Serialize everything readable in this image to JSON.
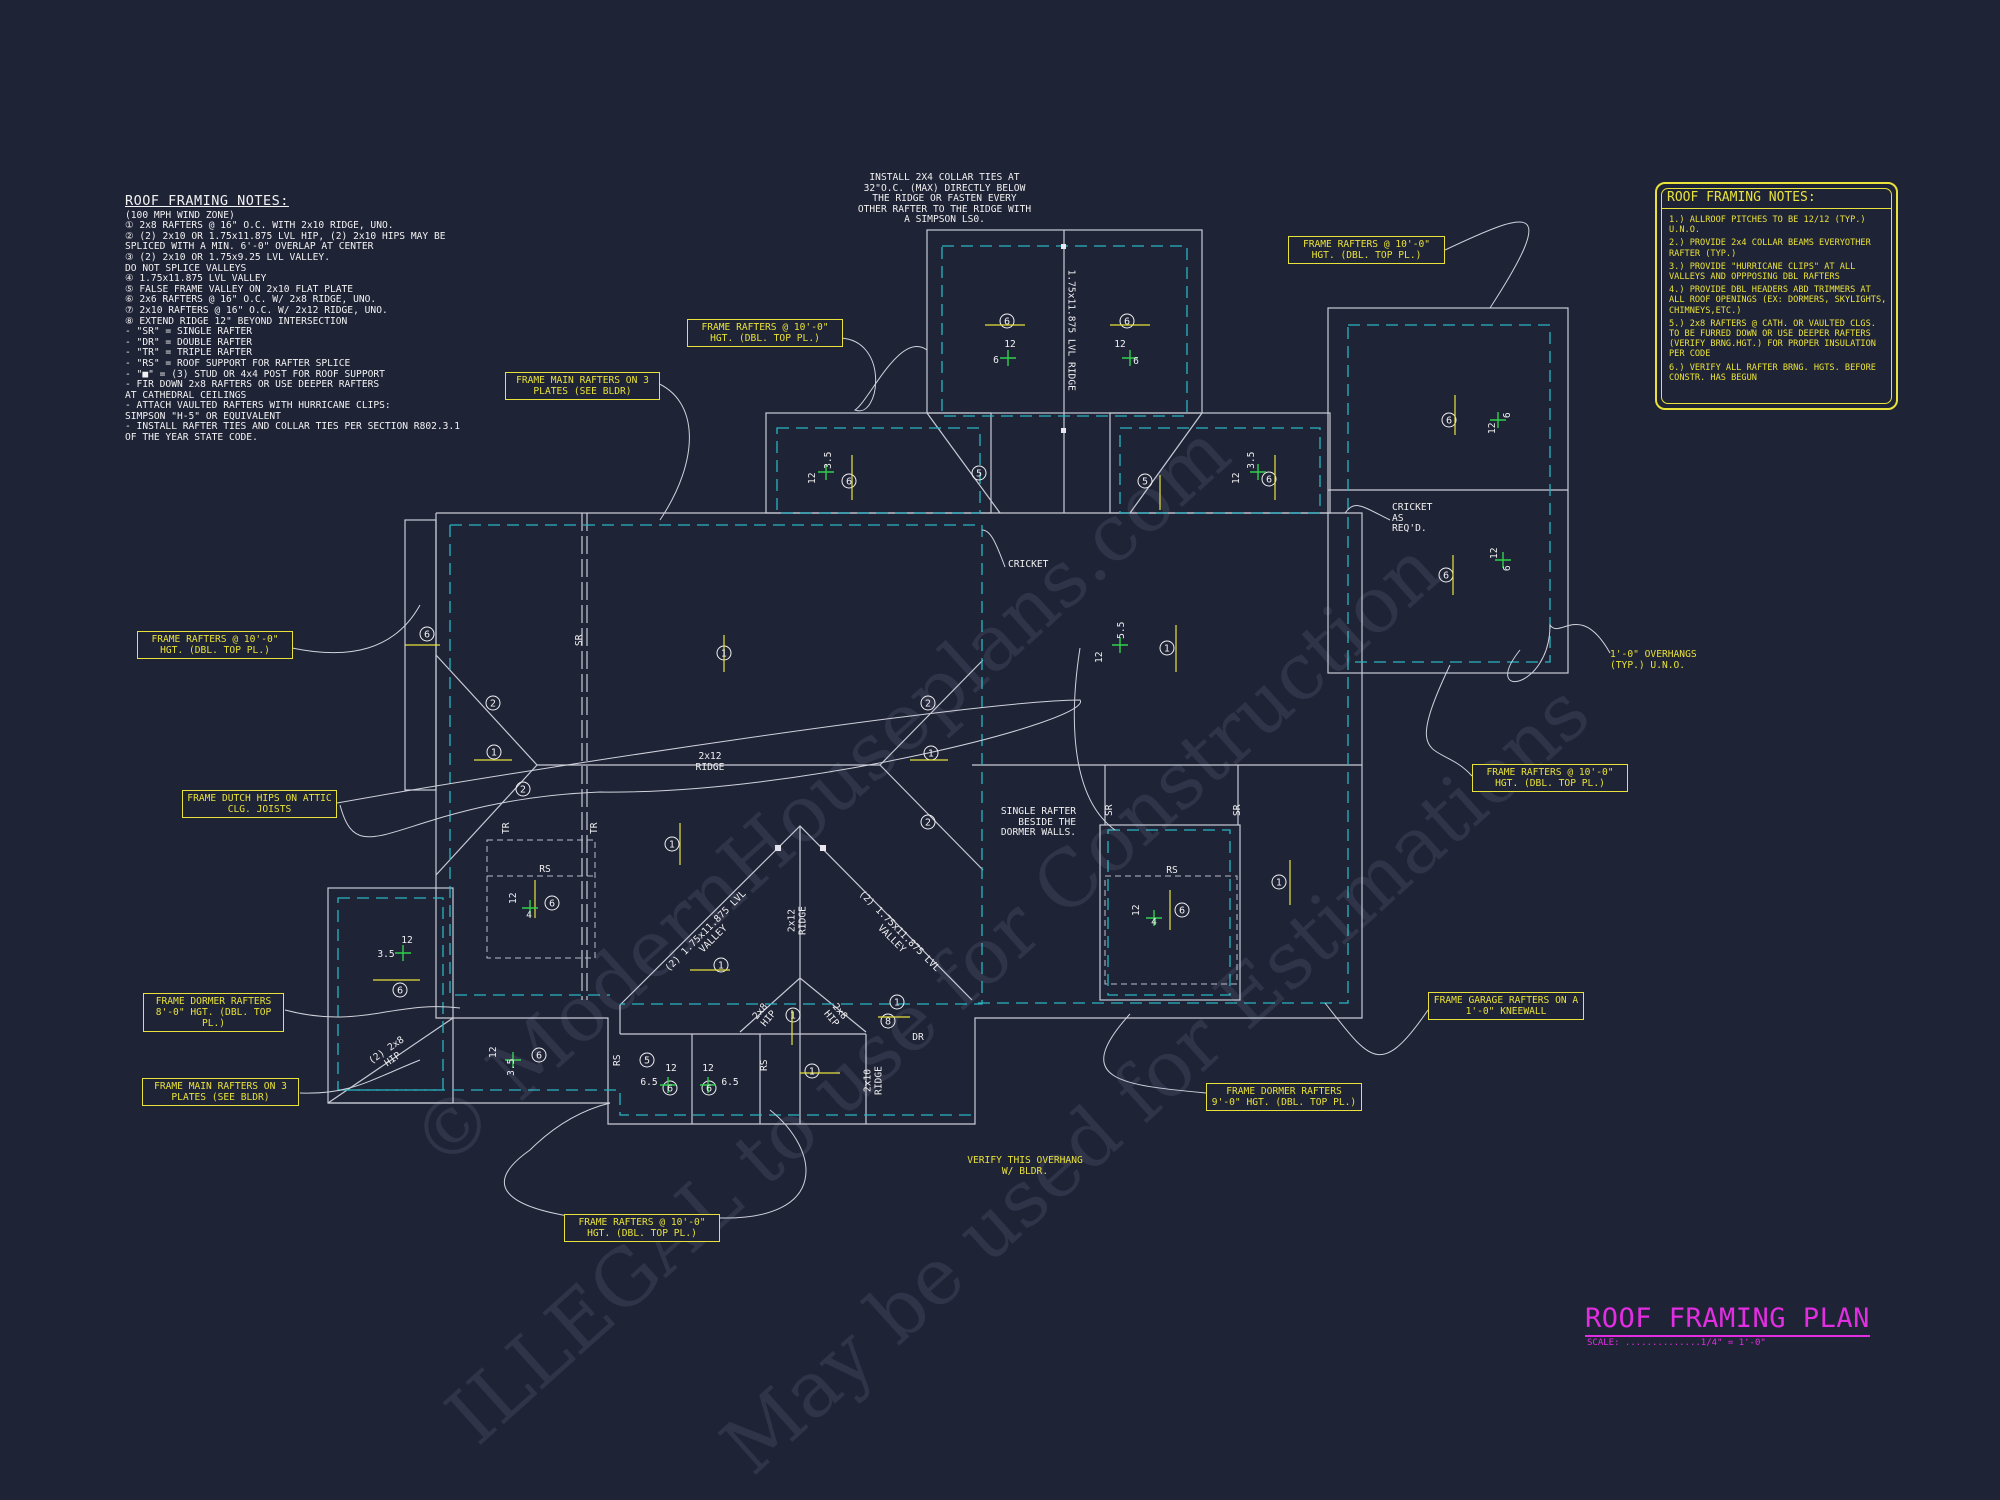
{
  "general_notes": {
    "title": "ROOF FRAMING NOTES:",
    "lines": [
      "(100 MPH WIND ZONE)",
      "① 2x8 RAFTERS @ 16\" O.C. WITH 2x10 RIDGE, UNO.",
      "② (2) 2x10 OR 1.75x11.875 LVL HIP, (2) 2x10 HIPS MAY BE",
      "    SPLICED WITH A MIN. 6'-0\" OVERLAP AT CENTER",
      "③ (2) 2x10 OR 1.75x9.25 LVL VALLEY.",
      "    DO NOT SPLICE VALLEYS",
      "④ 1.75x11.875 LVL VALLEY",
      "⑤ FALSE FRAME VALLEY ON 2x10 FLAT PLATE",
      "⑥ 2x6 RAFTERS @ 16\" O.C. W/ 2x8 RIDGE, UNO.",
      "⑦ 2x10 RAFTERS @ 16\" O.C. W/ 2x12 RIDGE, UNO.",
      "⑧ EXTEND RIDGE 12\" BEYOND INTERSECTION",
      "-  \"SR\" = SINGLE RAFTER",
      "-  \"DR\" = DOUBLE RAFTER",
      "-  \"TR\" = TRIPLE RAFTER",
      "-  \"RS\" = ROOF SUPPORT FOR RAFTER SPLICE",
      "-  \"■\" = (3) STUD OR 4x4 POST FOR ROOF SUPPORT",
      "-  FIR DOWN 2x8 RAFTERS OR USE DEEPER RAFTERS",
      "    AT CATHEDRAL CEILINGS",
      "-  ATTACH VAULTED RAFTERS WITH HURRICANE CLIPS:",
      "    SIMPSON \"H-5\" OR EQUIVALENT",
      "-  INSTALL RAFTER TIES AND COLLAR TIES PER SECTION R802.3.1",
      "    OF THE YEAR STATE CODE."
    ]
  },
  "boxed_notes": {
    "title": "ROOF FRAMING NOTES:",
    "items": [
      "1.) ALLROOF PITCHES TO BE 12/12 (TYP.) U.N.O.",
      "2.) PROVIDE 2x4 COLLAR BEAMS EVERYOTHER RAFTER (TYP.)",
      "3.) PROVIDE \"HURRICANE CLIPS\" AT ALL VALLEYS AND OPPPOSING DBL RAFTERS",
      "4.) PROVIDE DBL HEADERS ABD TRIMMERS AT ALL ROOF OPENINGS (EX: DORMERS, SKYLIGHTS, CHIMNEYS,ETC.)",
      "5.) 2x8 RAFTERS @ CATH. OR VAULTED CLGS. TO BE FURRED DOWN OR USE DEEPER RAFTERS (VERIFY BRNG.HGT.) FOR PROPER INSULATION PER CODE",
      "6.) VERIFY ALL RAFTER BRNG. HGTS. BEFORE CONSTR. HAS BEGUN"
    ]
  },
  "plan_title": "ROOF FRAMING PLAN",
  "plan_scale": "SCALE: ..............1/4\" = 1'-0\"",
  "callouts": {
    "collar_ties": "INSTALL 2X4 COLLAR TIES AT 32\"O.C. (MAX) DIRECTLY BELOW THE RIDGE OR FASTEN EVERY OTHER RAFTER TO THE RIDGE WITH A SIMPSON LS0.",
    "frame_top_center": "FRAME RAFTERS @ 10'-0\" HGT. (DBL. TOP PL.)",
    "frame_top_right": "FRAME RAFTERS @ 10'-0\" HGT. (DBL. TOP PL.)",
    "frame_main_top": "FRAME MAIN RAFTERS ON 3 PLATES (SEE BLDR)",
    "frame_left_mid": "FRAME RAFTERS @ 10'-0\" HGT. (DBL. TOP PL.)",
    "dutch_hips": "FRAME DUTCH HIPS ON ATTIC CLG. JOISTS",
    "dormer_left": "FRAME DORMER RAFTERS 8'-0\" HGT. (DBL. TOP PL.)",
    "frame_main_bottom": "FRAME MAIN RAFTERS ON 3 PLATES (SEE BLDR)",
    "frame_bottom_center": "FRAME RAFTERS @ 10'-0\" HGT. (DBL. TOP PL.)",
    "dormer_bottom": "FRAME DORMER RAFTERS 9'-0\" HGT. (DBL. TOP PL.)",
    "garage_kneewall": "FRAME GARAGE RAFTERS ON A 1'-0\" KNEEWALL",
    "frame_right_mid": "FRAME RAFTERS @ 10'-0\" HGT. (DBL. TOP PL.)",
    "overhangs": "1'-0\" OVERHANGS (TYP.) U.N.O.",
    "cricket_asreq": "CRICKET AS REQ'D.",
    "cricket": "CRICKET",
    "single_rafter": "SINGLE RAFTER BESIDE THE DORMER WALLS.",
    "verify_overhang": "VERIFY THIS OVERHANG W/ BLDR."
  },
  "plan_text": {
    "ridge_main": "2x12 RIDGE",
    "valley_left": "(2) 1.75x11.875 LVL VALLEY",
    "valley_right": "(2) 1.75x11.875 LVL VALLEY",
    "ridge_vert": "2x12 RIDGE",
    "ridge_top": "1.75x11.875 LVL RIDGE",
    "hip_left": "(2) 2x8 HIP",
    "hip_small_a": "2x8 HIP",
    "hip_small_b": "2x8 HIP",
    "ridge_small": "2x10 RIDGE",
    "rs": "RS",
    "tr": "TR",
    "sr": "SR",
    "dr": "DR",
    "twelve": "12",
    "six": "6",
    "three_five": "3.5",
    "four": "4",
    "six_five": "6.5",
    "five_five": "5.5"
  },
  "watermark": {
    "line1": "© ModernHouseplans.com",
    "line2": "ILLEGAL to use for Construction",
    "line3": "May be used for Estimations"
  },
  "colors": {
    "background": "#1f2336",
    "outline": "#c9ccd6",
    "dashed": "#27b5c2",
    "annotation": "#e8e23a",
    "title": "#e02ee0",
    "slope_symbol": "#2fd14c"
  }
}
